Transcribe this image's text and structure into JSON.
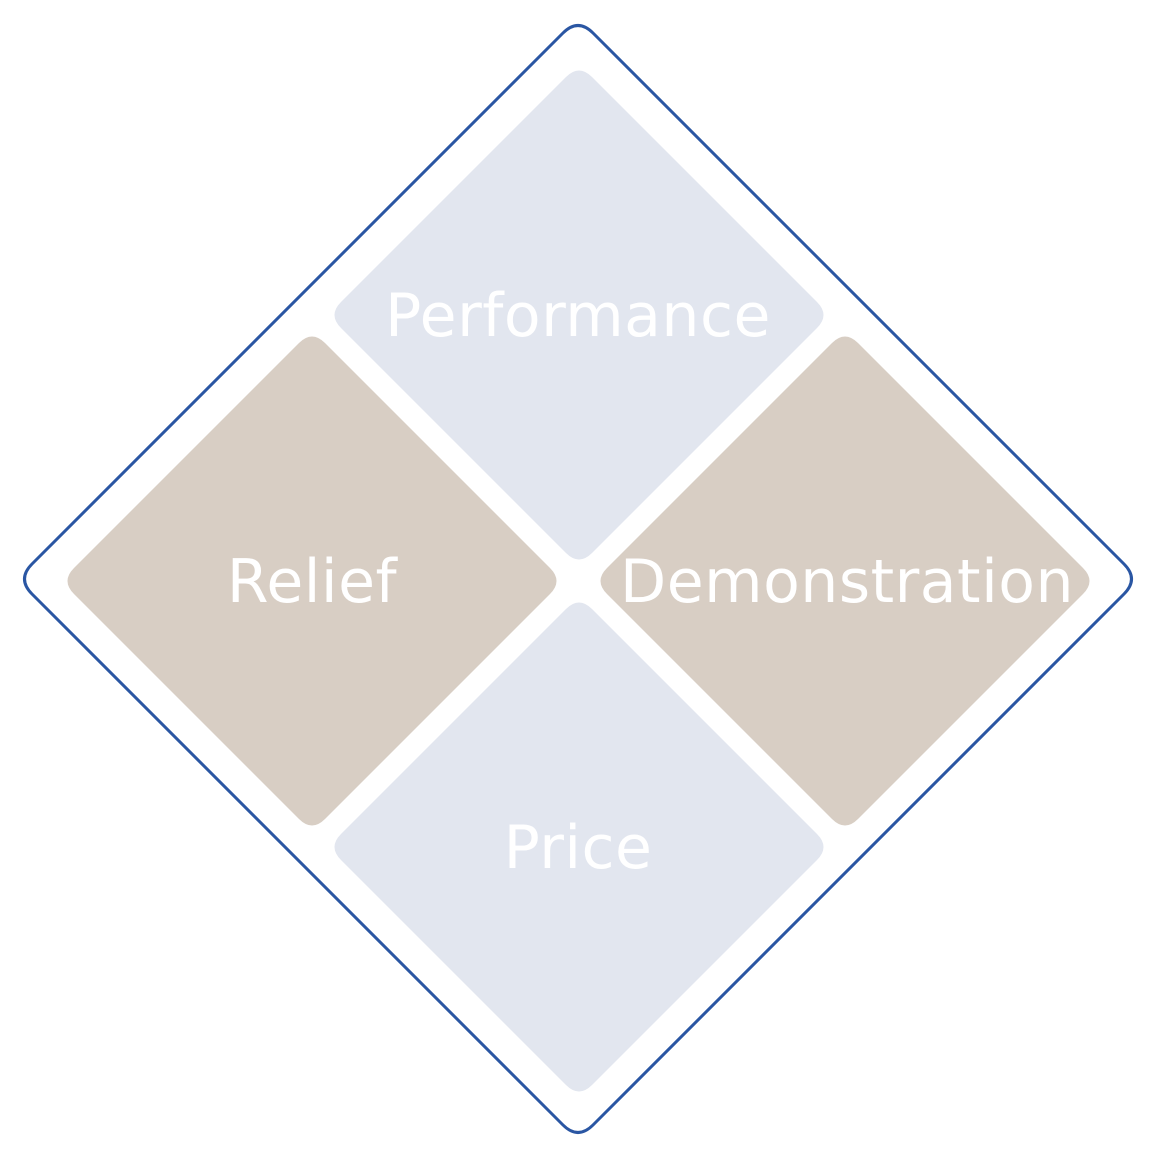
{
  "colors": {
    "outline": "#2a56a3",
    "light_tile": "#e2e6ef",
    "tan_tile": "#d8cec4",
    "label_text": "#ffffff"
  },
  "tiles": {
    "top": {
      "label": "Performance"
    },
    "left": {
      "label": "Relief"
    },
    "right": {
      "label": "Demonstration"
    },
    "bottom": {
      "label": "Price"
    }
  }
}
